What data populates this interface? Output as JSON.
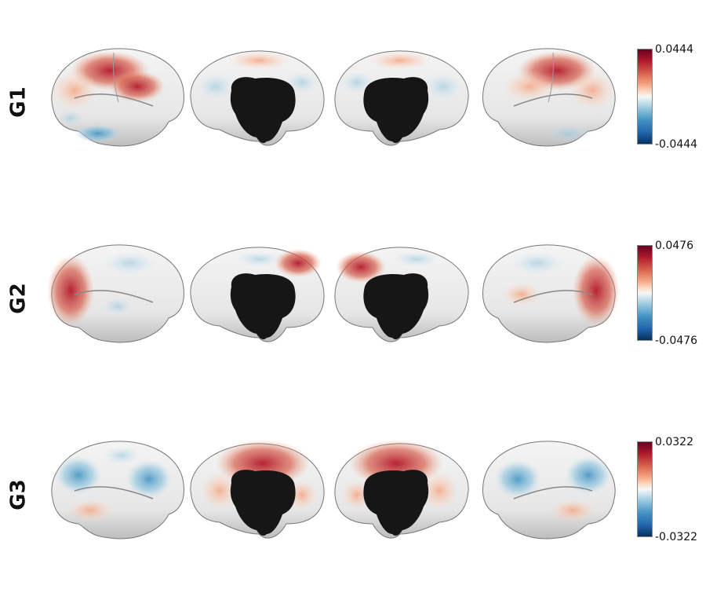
{
  "colormap": {
    "high": "#67001f",
    "mid": "#f7f7f7",
    "low": "#053061"
  },
  "rows": [
    {
      "label": "G1",
      "max_label": "0.0444",
      "min_label": "-0.0444"
    },
    {
      "label": "G2",
      "max_label": "0.0476",
      "min_label": "-0.0476"
    },
    {
      "label": "G3",
      "max_label": "0.0322",
      "min_label": "-0.0322"
    }
  ]
}
